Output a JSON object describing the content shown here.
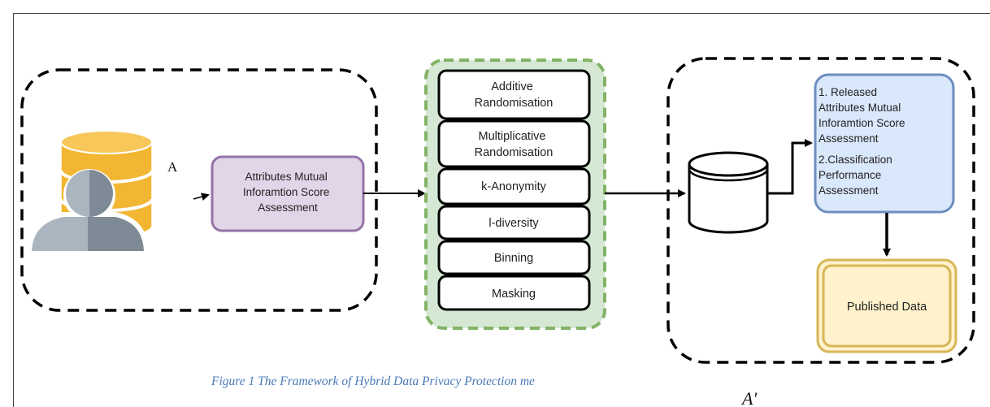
{
  "source_label": "A",
  "output_label": "A′",
  "mi_box": {
    "lines": [
      "Attributes Mutual",
      "Inforamtion Score",
      "Assessment"
    ]
  },
  "techniques": [
    {
      "lines": [
        "Additive",
        "Randomisation"
      ]
    },
    {
      "lines": [
        "Multiplicative",
        "Randomisation"
      ]
    },
    {
      "lines": [
        "k-Anonymity"
      ]
    },
    {
      "lines": [
        "l-diversity"
      ]
    },
    {
      "lines": [
        "Binning"
      ]
    },
    {
      "lines": [
        "Masking"
      ]
    }
  ],
  "assessment_box": {
    "lines": [
      "1. Released",
      "Attributes Mutual",
      "Inforamtion Score",
      "Assessment",
      "2.Classification",
      "Performance",
      "Assessment"
    ]
  },
  "published_box": {
    "label": "Published Data"
  },
  "caption": "Figure 1 The Framework of Hybrid Data Privacy Protection me",
  "colors": {
    "mi_fill": "#e1d5e7",
    "mi_stroke": "#9673a6",
    "tech_group_fill": "#d5e8d4",
    "tech_group_stroke": "#82b366",
    "assess_fill": "#dae8fc",
    "assess_stroke": "#6c8ebf",
    "published_fill": "#fff2cc",
    "published_stroke": "#d6b656",
    "db_gold": "#f2b632",
    "person_gray": "#8c9aa6",
    "caption": "#4a78b8"
  }
}
